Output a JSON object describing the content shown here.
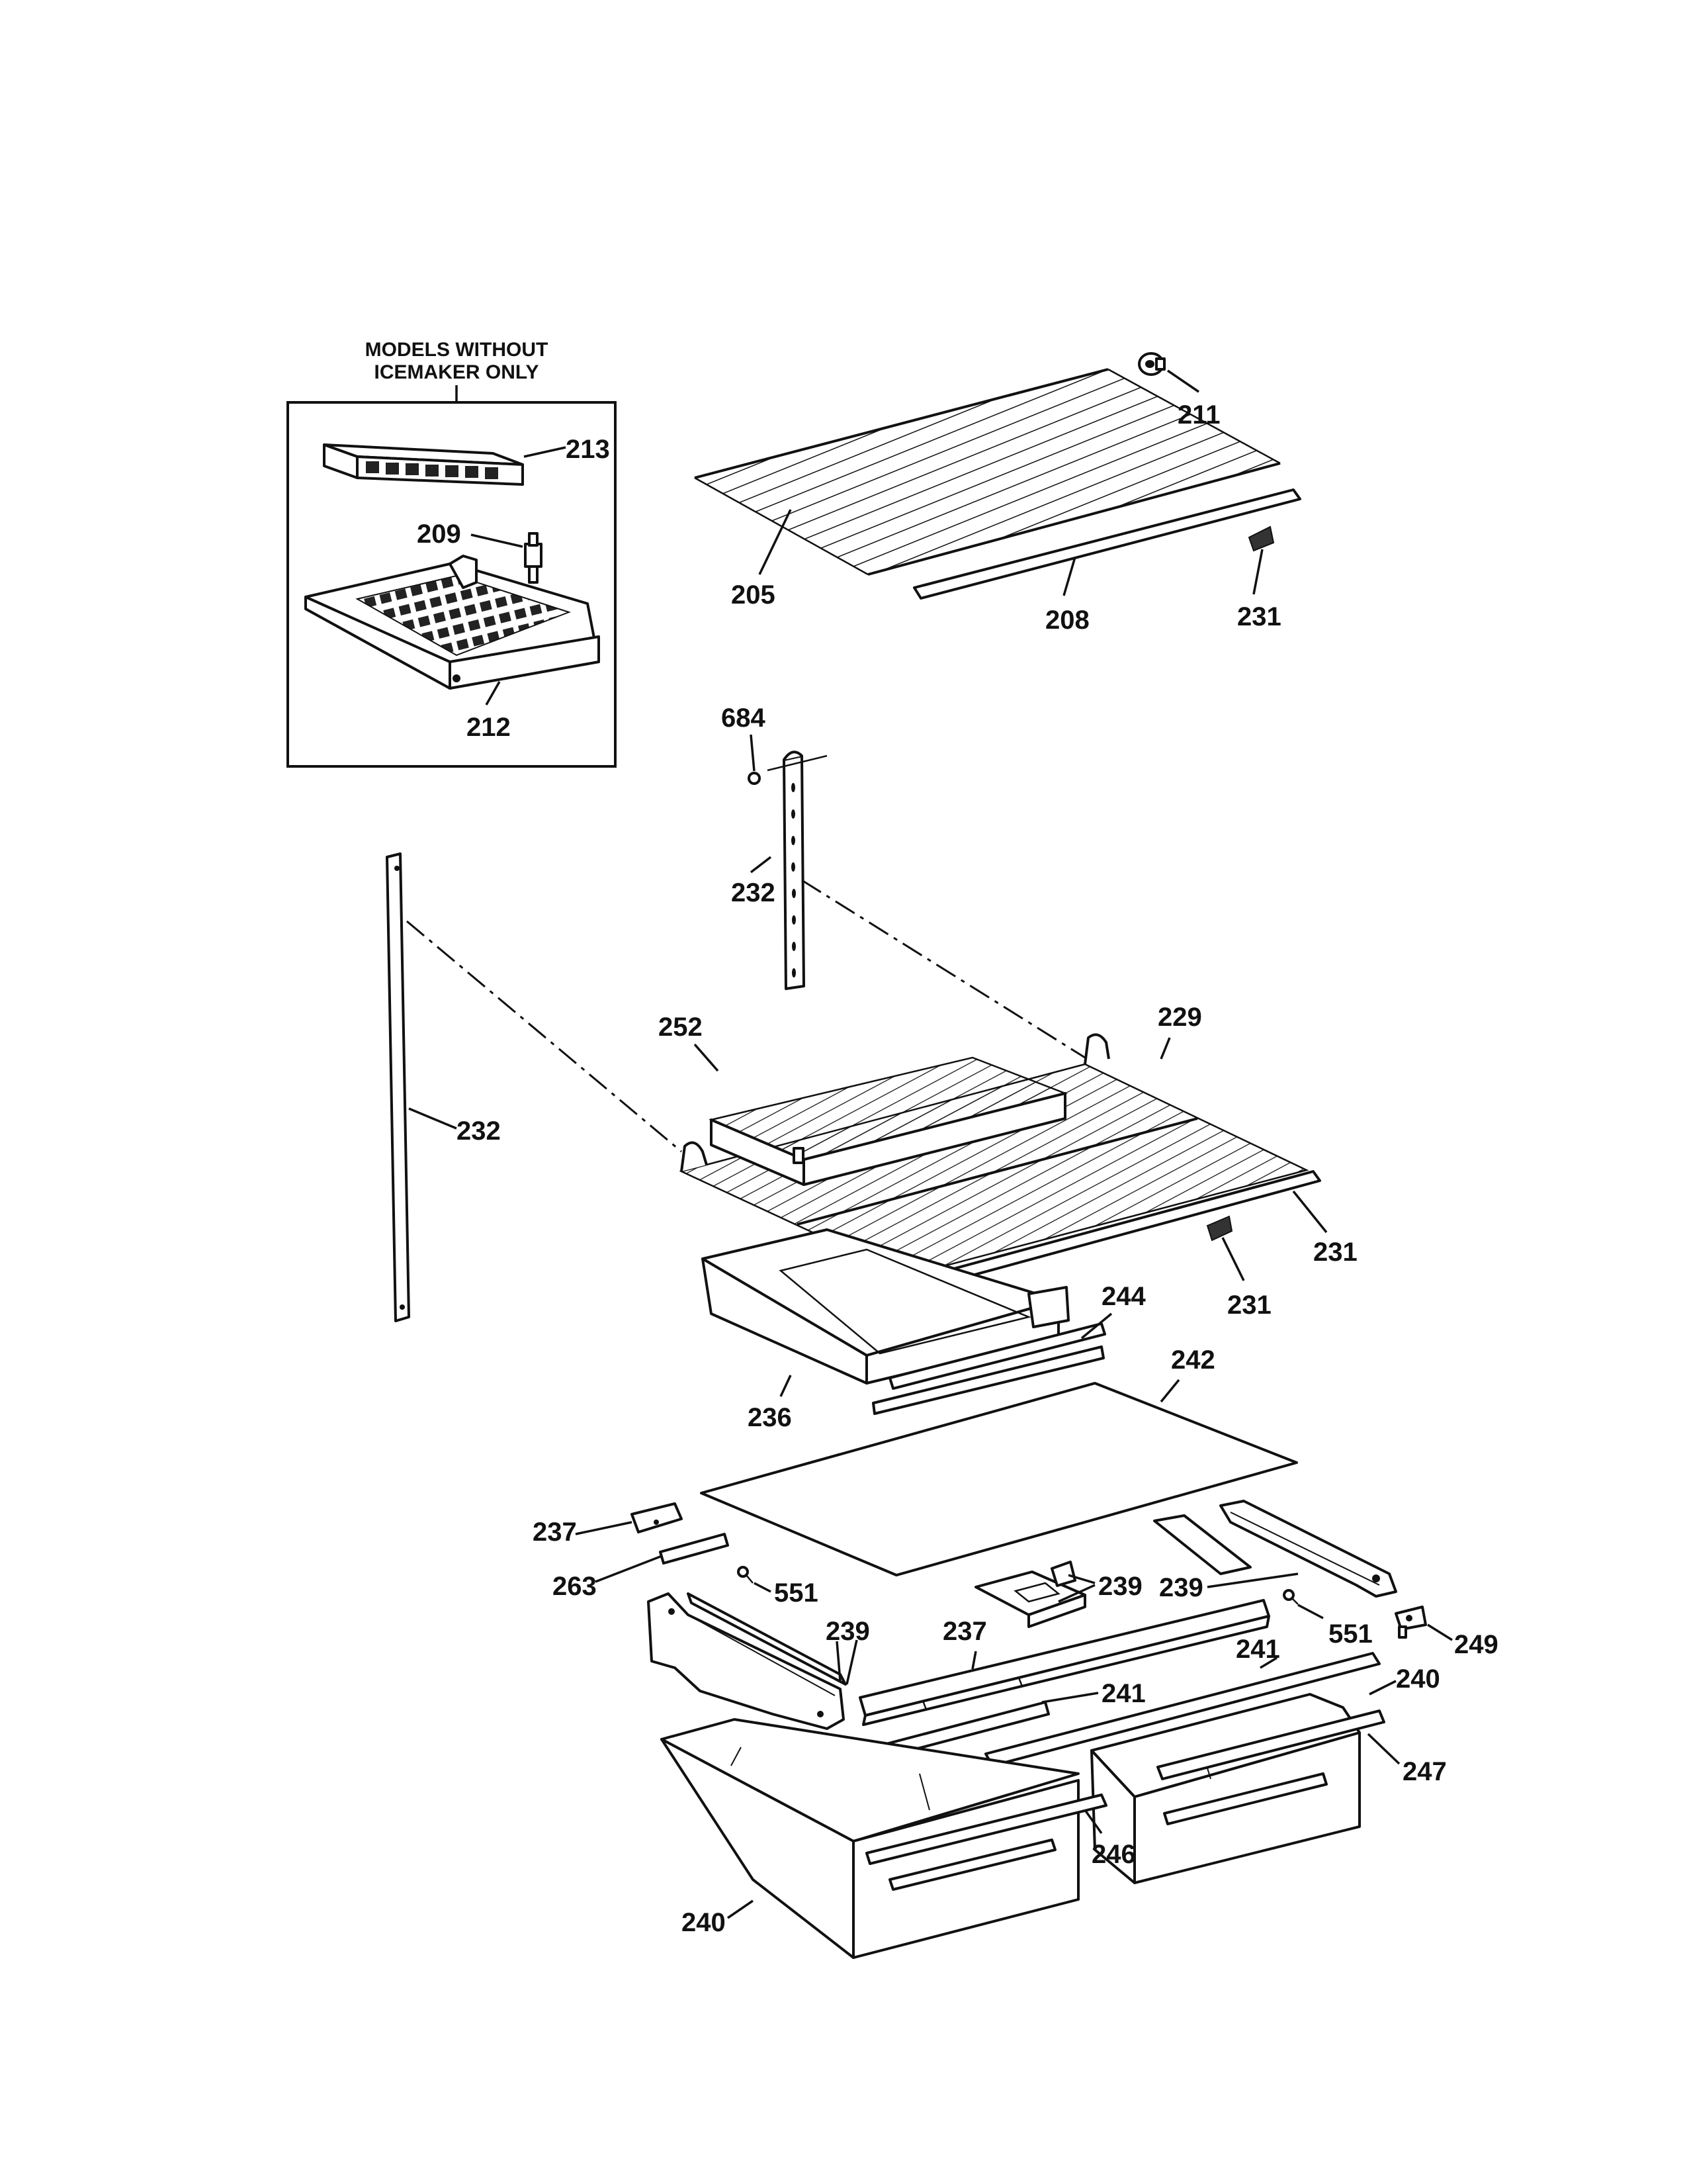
{
  "inset": {
    "caption_line1": "MODELS WITHOUT",
    "caption_line2": "ICEMAKER ONLY",
    "labels": {
      "p213": "213",
      "p209": "209",
      "p212": "212"
    }
  },
  "labels": {
    "p211": "211",
    "p205": "205",
    "p208": "208",
    "p231_top": "231",
    "p684": "684",
    "p232_upright": "232",
    "p232_left": "232",
    "p252": "252",
    "p229": "229",
    "p231_right": "231",
    "p231_mid": "231",
    "p244": "244",
    "p236": "236",
    "p242": "242",
    "p237_left": "237",
    "p263": "263",
    "p551_left": "551",
    "p239_center": "239",
    "p239_right": "239",
    "p239_left": "239",
    "p551_right": "551",
    "p249": "249",
    "p237_mid": "237",
    "p241_right": "241",
    "p241_mid": "241",
    "p240_right": "240",
    "p247": "247",
    "p246": "246",
    "p240_bottom": "240"
  }
}
